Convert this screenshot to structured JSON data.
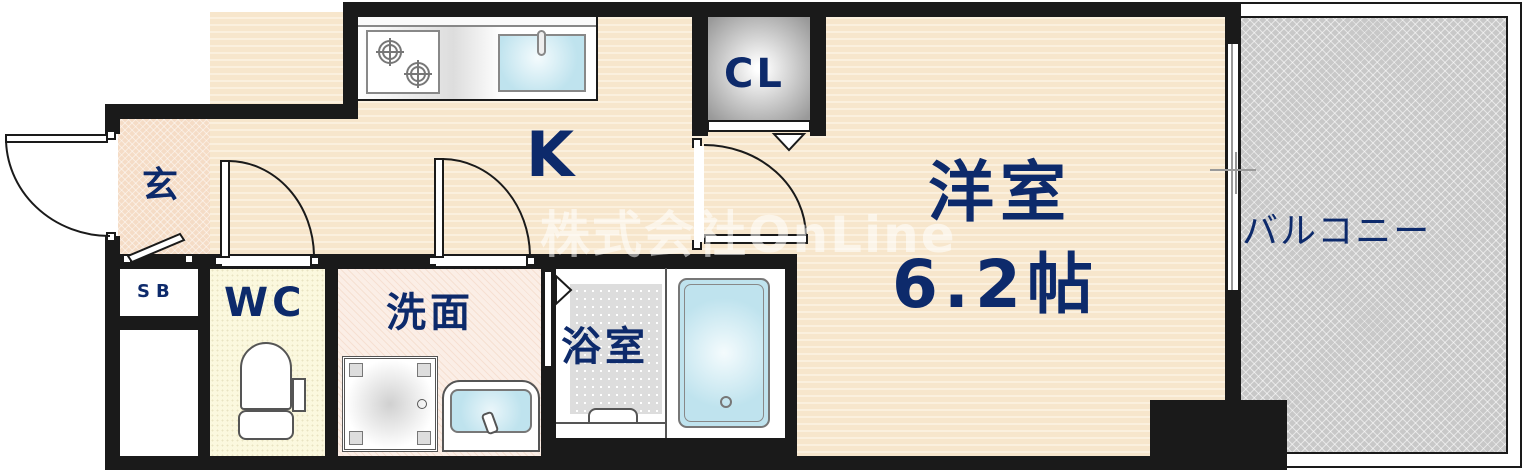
{
  "floorplan": {
    "rooms": {
      "entrance": {
        "label": "玄"
      },
      "shoe_box": {
        "label": "SB"
      },
      "kitchen": {
        "label": "K"
      },
      "closet": {
        "label": "CL"
      },
      "toilet": {
        "label": "WC"
      },
      "washroom": {
        "label": "洗面"
      },
      "bathroom": {
        "label": "浴室"
      },
      "western_room": {
        "label": "洋室",
        "size": "6.2帖"
      },
      "balcony": {
        "label": "バルコニー"
      }
    },
    "watermark": "株式会社OnLine",
    "colors": {
      "wall": "#1a1a1a",
      "label_text": "#0d2a6b",
      "wood_floor": "#f7e6cc",
      "entrance_floor": "#f5dcc6",
      "washroom_floor": "#fbeee6",
      "toilet_floor": "#fbf8de",
      "balcony_floor": "#c8c8c8",
      "water_blue": "#bfe3ee"
    }
  }
}
